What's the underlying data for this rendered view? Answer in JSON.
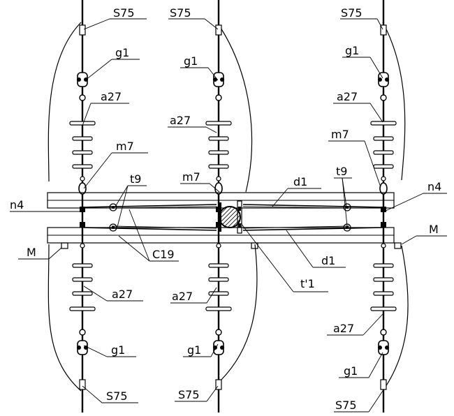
{
  "labels": {
    "s75": "S75",
    "g1": "g1",
    "a27": "a27",
    "m7": "m7",
    "t9": "t9",
    "d1": "d1",
    "n4": "n4",
    "M": "M",
    "c19": "C19",
    "t1": "t'1"
  },
  "colors": {
    "line": "#000000",
    "background": "#ffffff"
  }
}
